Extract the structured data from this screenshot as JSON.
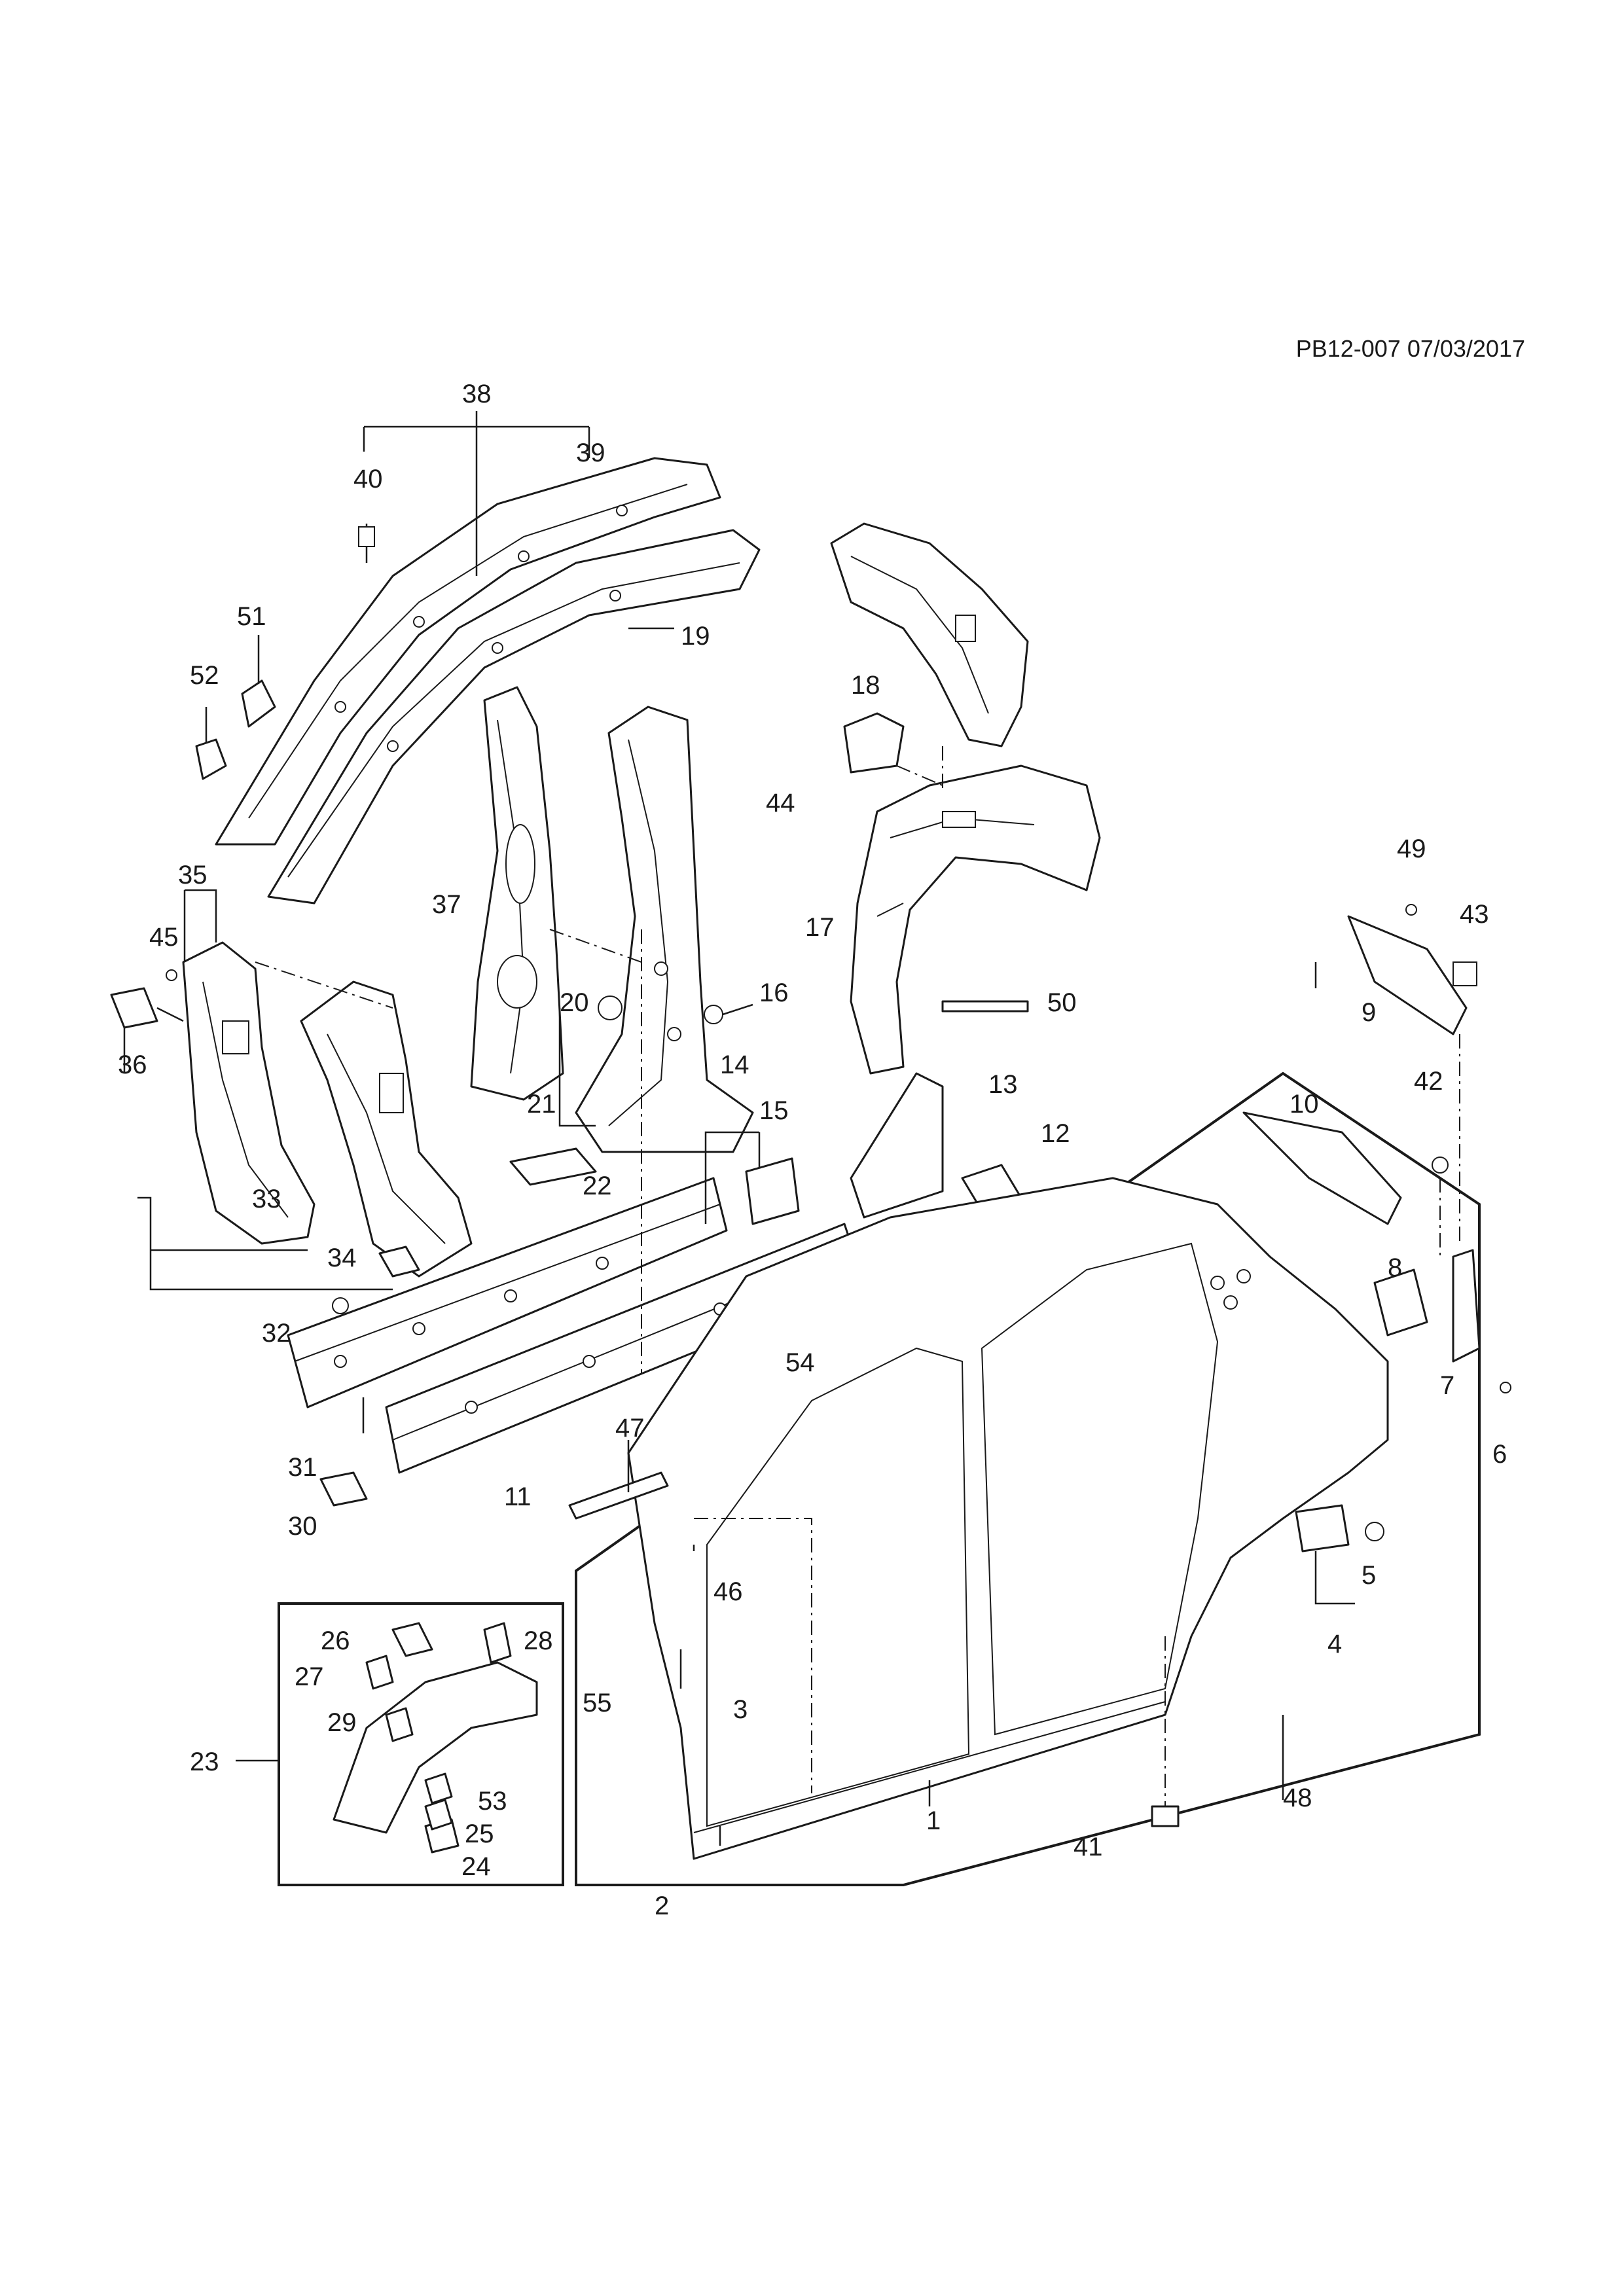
{
  "header": {
    "document_id": "PB12-007 07/03/2017"
  },
  "callouts": [
    "1",
    "2",
    "3",
    "4",
    "5",
    "6",
    "7",
    "8",
    "9",
    "10",
    "11",
    "12",
    "13",
    "14",
    "15",
    "16",
    "17",
    "18",
    "19",
    "20",
    "21",
    "22",
    "23",
    "24",
    "25",
    "26",
    "27",
    "28",
    "29",
    "30",
    "31",
    "32",
    "33",
    "34",
    "35",
    "36",
    "37",
    "38",
    "39",
    "40",
    "41",
    "42",
    "43",
    "44",
    "45",
    "46",
    "47",
    "48",
    "49",
    "50",
    "51",
    "52",
    "53",
    "54",
    "55"
  ]
}
